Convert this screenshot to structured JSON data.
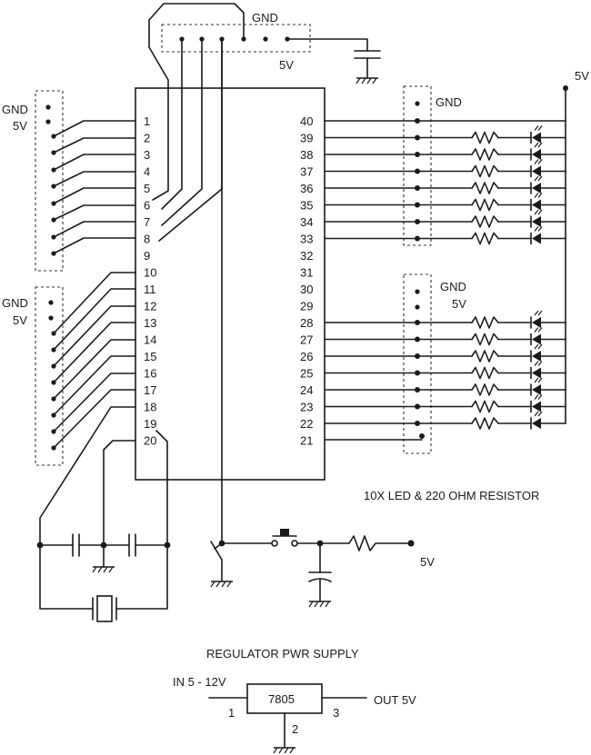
{
  "chip": {
    "left_pins": [
      "1",
      "2",
      "3",
      "4",
      "5",
      "6",
      "7",
      "8",
      "9",
      "10",
      "11",
      "12",
      "13",
      "14",
      "15",
      "16",
      "17",
      "18",
      "19",
      "20"
    ],
    "right_pins": [
      "40",
      "39",
      "38",
      "37",
      "36",
      "35",
      "34",
      "33",
      "32",
      "31",
      "30",
      "29",
      "28",
      "27",
      "26",
      "25",
      "24",
      "23",
      "22",
      "21"
    ]
  },
  "labels": {
    "top_gnd": "GND",
    "top_5v": "5V",
    "header1_gnd": "GND",
    "header1_5v": "5V",
    "header2_gnd": "GND",
    "header2_5v": "5V",
    "right_supply_5v": "5V",
    "right_header1_gnd": "GND",
    "right_header2_gnd": "GND",
    "right_header2_5v": "5V",
    "led_caption": "10X LED & 220 OHM RESISTOR",
    "reset_5v": "5V"
  },
  "regulator": {
    "title": "REGULATOR PWR SUPPLY",
    "part": "7805",
    "input_label": "IN 5 - 12V",
    "output_label": "OUT 5V",
    "pin1": "1",
    "pin2": "2",
    "pin3": "3"
  }
}
